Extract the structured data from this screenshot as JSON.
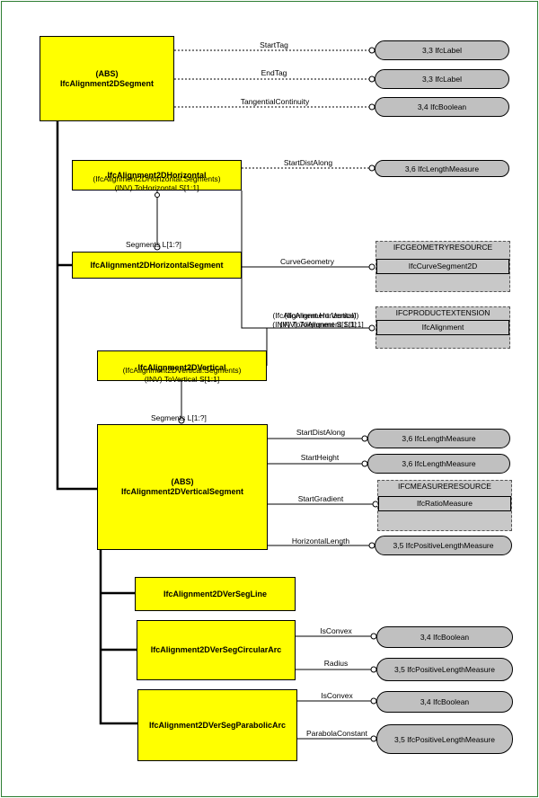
{
  "entities": {
    "segment": {
      "abs": "(ABS)",
      "name": "IfcAlignment2DSegment"
    },
    "horizontal": {
      "name": "IfcAlignment2DHorizontal",
      "inv1": "(IfcAlignment2DHorizontal.Segments)",
      "inv2": "(INV) ToHorizontal S[1:1]"
    },
    "horizontal_segment": {
      "name": "IfcAlignment2DHorizontalSegment"
    },
    "vertical": {
      "name": "IfcAlignment2DVertical",
      "inv1": "(IfcAlignment2DVertical.Segments)",
      "inv2": "(INV) ToVertical S[1:1]"
    },
    "vertical_segment": {
      "abs": "(ABS)",
      "name": "IfcAlignment2DVerticalSegment"
    },
    "verseg_line": {
      "name": "IfcAlignment2DVerSegLine"
    },
    "verseg_circular": {
      "name": "IfcAlignment2DVerSegCircularArc"
    },
    "verseg_parabolic": {
      "name": "IfcAlignment2DVerSegParabolicArc"
    }
  },
  "overlay": {
    "line1": "(IfcAlignment.Horizontal)",
    "line2": "(IfcAlignment.Vertical)",
    "line3": "(INV) ToAlignment S[1:1]"
  },
  "attributes": {
    "start_tag": "StartTag",
    "end_tag": "EndTag",
    "tangential": "TangentialContinuity",
    "start_dist_along_h": "StartDistAlong",
    "segments_h": "Segments L[1:?]",
    "curve_geometry": "CurveGeometry",
    "segments_v": "Segments L[1:?]",
    "start_dist_along_v": "StartDistAlong",
    "start_height": "StartHeight",
    "start_gradient": "StartGradient",
    "horizontal_length": "HorizontalLength",
    "is_convex_1": "IsConvex",
    "radius": "Radius",
    "is_convex_2": "IsConvex",
    "parabola_constant": "ParabolaConstant"
  },
  "types": {
    "label1": "3,3 IfcLabel",
    "label2": "3,3 IfcLabel",
    "boolean1": "3,4 IfcBoolean",
    "length1": "3,6 IfcLengthMeasure",
    "length2": "3,6 IfcLengthMeasure",
    "length3": "3,6 IfcLengthMeasure",
    "poslength1": "3,5 IfcPositiveLengthMeasure",
    "boolean2": "3,4 IfcBoolean",
    "poslength2": "3,5 IfcPositiveLengthMeasure",
    "boolean3": "3,4 IfcBoolean",
    "poslength3": "3,5 IfcPositiveLengthMeasure"
  },
  "schemas": {
    "geometry": {
      "header": "IFCGEOMETRYRESOURCE",
      "item": "IfcCurveSegment2D"
    },
    "product": {
      "header": "IFCPRODUCTEXTENSION",
      "item": "IfcAlignment"
    },
    "measure": {
      "header": "IFCMEASURERESOURCE",
      "item": "IfcRatioMeasure"
    }
  }
}
